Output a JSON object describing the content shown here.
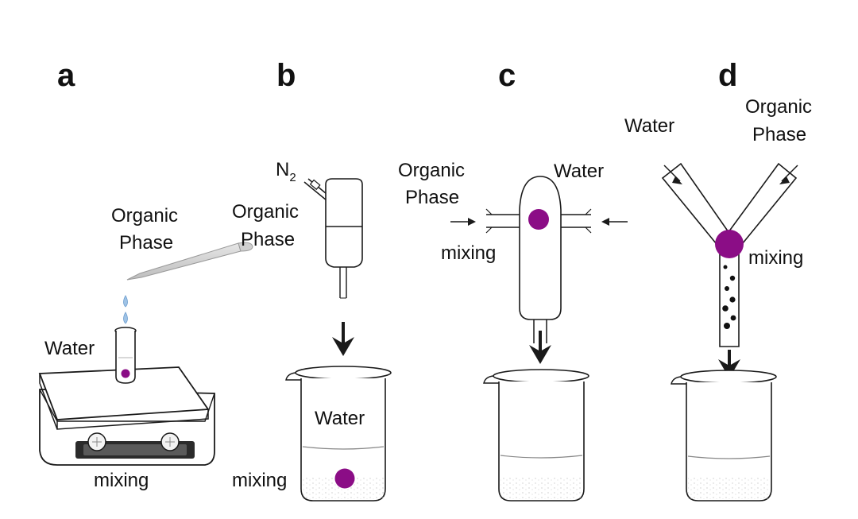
{
  "panels": [
    {
      "letter": "a",
      "organic": [
        "Organic",
        "Phase"
      ],
      "water": "Water",
      "mixing": "mixing"
    },
    {
      "letter": "b",
      "n2_main": "N",
      "n2_sub": "2",
      "organic": [
        "Organic",
        "Phase"
      ],
      "water": "Water",
      "mixing": "mixing"
    },
    {
      "letter": "c",
      "organic": [
        "Organic",
        "Phase"
      ],
      "water": "Water",
      "mixing": "mixing"
    },
    {
      "letter": "d",
      "water": "Water",
      "organic": [
        "Organic",
        "Phase"
      ],
      "mixing": "mixing"
    }
  ],
  "colors": {
    "particle": "#8B0D86",
    "droplet": "#9fc3e6",
    "liquid_line": "#888888",
    "outline": "#1a1a1a"
  }
}
